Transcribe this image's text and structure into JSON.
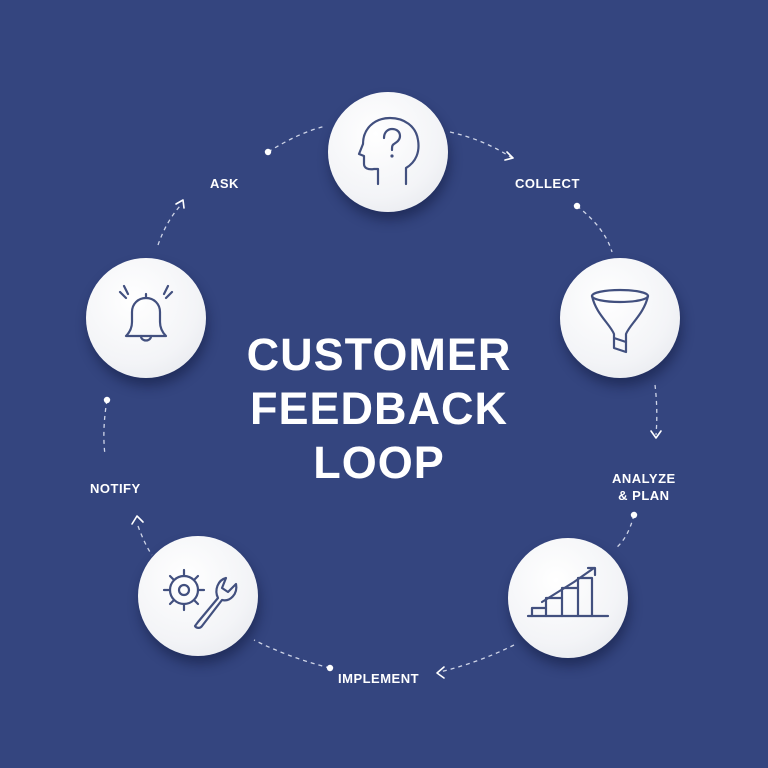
{
  "title": {
    "line1": "CUSTOMER",
    "line2": "FEEDBACK",
    "line3": "LOOP"
  },
  "steps": [
    {
      "label": "ASK",
      "icon": "head-question-icon"
    },
    {
      "label": "COLLECT",
      "icon": "funnel-icon"
    },
    {
      "label": "ANALYZE\n& PLAN",
      "icon": "growth-chart-icon"
    },
    {
      "label": "IMPLEMENT",
      "icon": "gear-wrench-icon"
    },
    {
      "label": "NOTIFY",
      "icon": "bell-icon"
    }
  ],
  "colors": {
    "background": "#34457f",
    "node": "#f3f4f7",
    "icon_stroke": "#42507f",
    "text": "#ffffff"
  }
}
